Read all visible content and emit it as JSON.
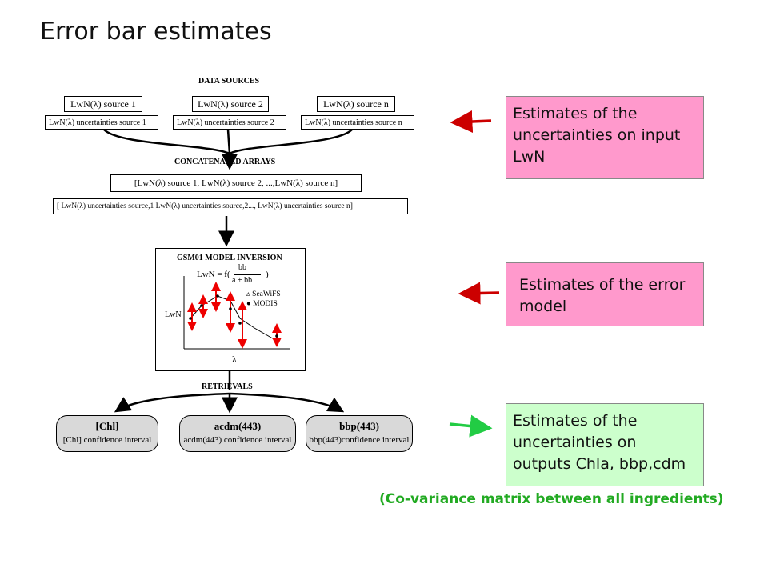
{
  "title": "Error bar estimates",
  "diagram": {
    "data_sources_heading": "DATA SOURCES",
    "sources": [
      {
        "label": "LwN(λ) source 1",
        "uncert": "LwN(λ) uncertainties source 1"
      },
      {
        "label": "LwN(λ) source 2",
        "uncert": "LwN(λ) uncertainties source 2"
      },
      {
        "label": "LwN(λ) source n",
        "uncert": "LwN(λ) uncertainties source n"
      }
    ],
    "concat_heading": "CONCATENATED ARRAYS",
    "concat_sources": "[LwN(λ) source 1, LwN(λ) source 2, ...,LwN(λ) source n]",
    "concat_uncert": "[ LwN(λ) uncertainties source,1 LwN(λ) uncertainties source,2..., LwN(λ) uncertainties source n]",
    "model": {
      "heading": "GSM01 MODEL INVERSION",
      "equation_lhs": "LwN = f(",
      "equation_num": "bb",
      "equation_den": "a + bb",
      "equation_rhs": ")",
      "legend": [
        "SeaWiFS",
        "MODIS"
      ],
      "ylabel": "LwN",
      "xlabel": "λ"
    },
    "retrievals_heading": "RETRIEVALS",
    "retrievals": [
      {
        "title": "[Chl]",
        "sub": "[Chl] confidence interval"
      },
      {
        "title": "acdm(443)",
        "sub": "acdm(443) confidence interval"
      },
      {
        "title": "bbp(443)",
        "sub": "bbp(443)confidence interval"
      }
    ]
  },
  "annotations": [
    {
      "text": "Estimates of the uncertainties on input LwN",
      "color": "#ff99cc"
    },
    {
      "text": "Estimates of the error model",
      "color": "#ff99cc"
    },
    {
      "text": "Estimates of the uncertainties on outputs Chla, bbp,cdm",
      "color": "#ccffcc"
    }
  ],
  "footnote": "(Co-variance matrix between all ingredients)",
  "colors": {
    "red_arrow": "#cc0000",
    "green_arrow": "#22cc44",
    "green_text": "#22aa22"
  }
}
